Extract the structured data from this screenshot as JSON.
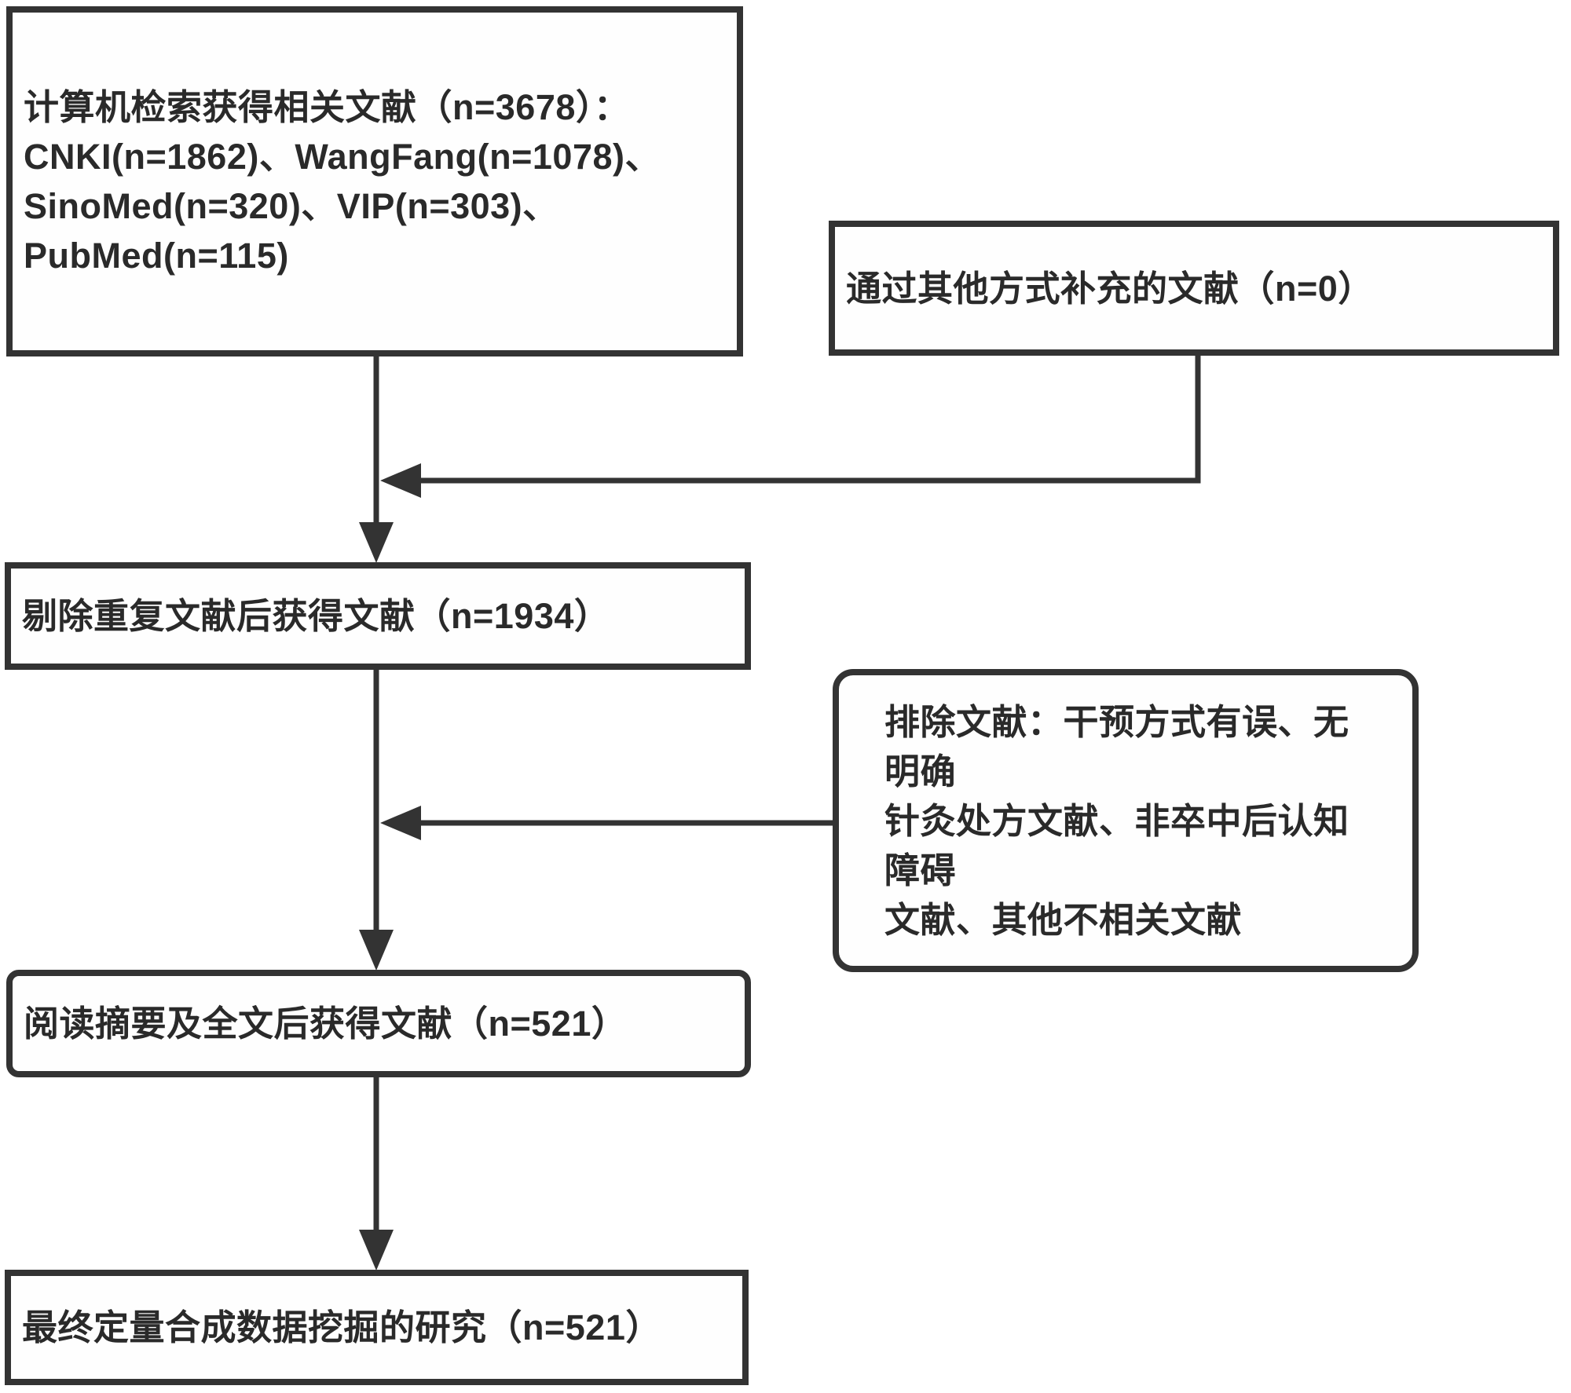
{
  "flowchart": {
    "search_box": {
      "text": "计算机检索获得相关文献（n=3678）：\nCNKI(n=1862)、WangFang(n=1078)、\nSinoMed(n=320)、VIP(n=303)、\nPubMed(n=115)",
      "total_n": 3678,
      "sources": [
        {
          "name": "CNKI",
          "n": 1862
        },
        {
          "name": "WangFang",
          "n": 1078
        },
        {
          "name": "SinoMed",
          "n": 320
        },
        {
          "name": "VIP",
          "n": 303
        },
        {
          "name": "PubMed",
          "n": 115
        }
      ]
    },
    "other_box": {
      "text": "通过其他方式补充的文献（n=0）",
      "n": 0
    },
    "dedupe_box": {
      "text": "剔除重复文献后获得文献（n=1934）",
      "n": 1934
    },
    "exclude_box": {
      "text": "排除文献：干预方式有误、无明确\n针灸处方文献、非卒中后认知障碍\n文献、其他不相关文献",
      "reasons": [
        "干预方式有误",
        "无明确针灸处方文献",
        "非卒中后认知障碍文献",
        "其他不相关文献"
      ]
    },
    "abstract_box": {
      "text": "阅读摘要及全文后获得文献（n=521）",
      "n": 521
    },
    "final_box": {
      "text": "最终定量合成数据挖掘的研究（n=521）",
      "n": 521
    }
  },
  "colors": {
    "line": "#333333",
    "text": "#2a2a2a",
    "box_fill": "#fefefe",
    "background": "#ffffff"
  }
}
